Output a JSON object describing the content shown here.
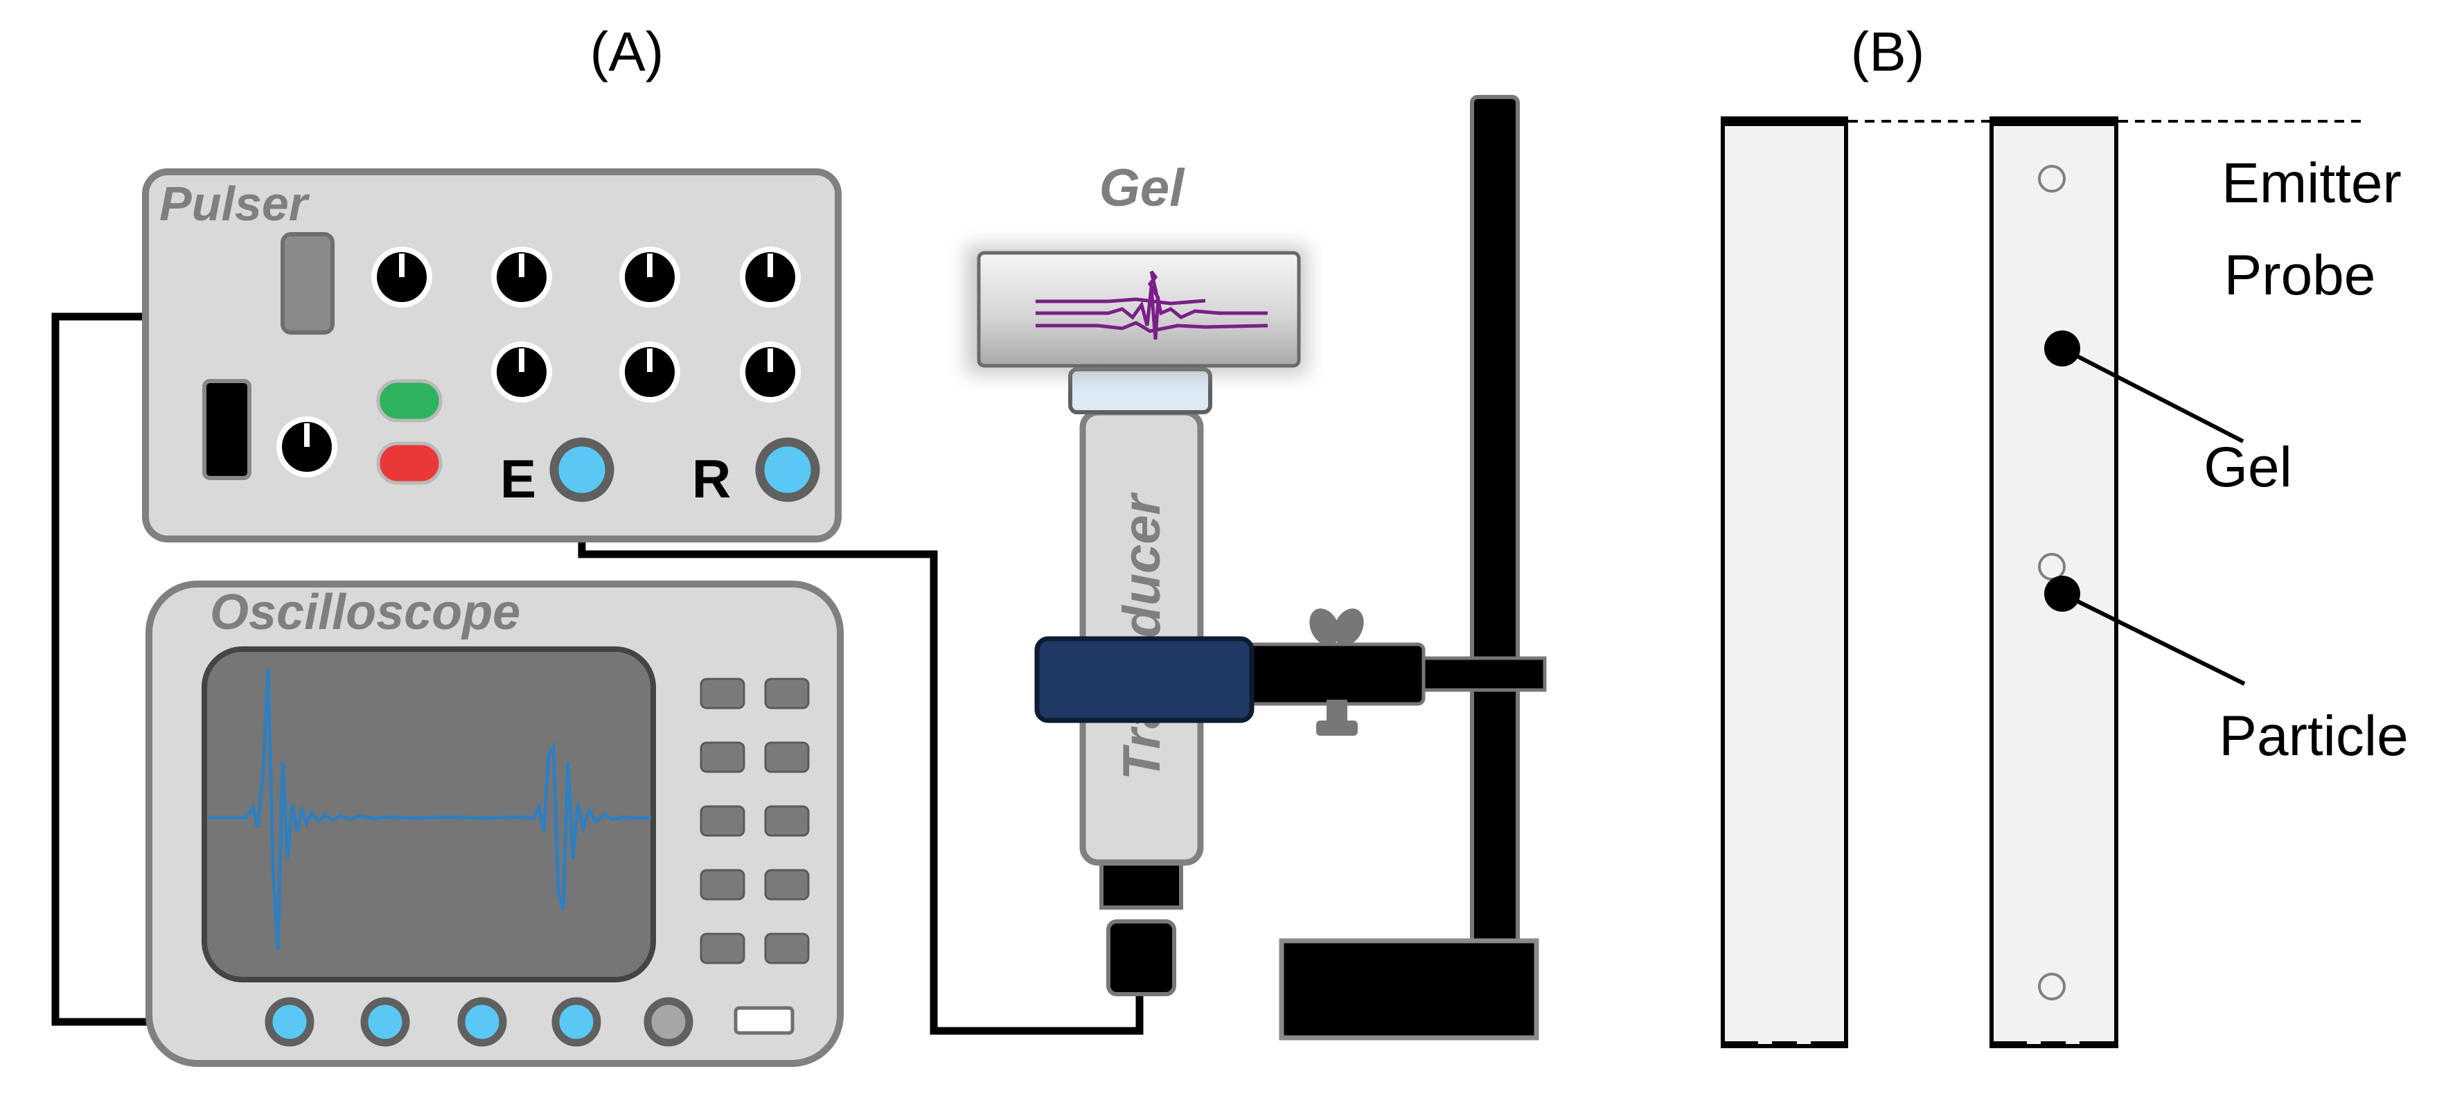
{
  "panels": {
    "a": "(A)",
    "b": "(B)"
  },
  "pulser": {
    "title": "Pulser",
    "port_e": "E",
    "port_r": "R"
  },
  "oscilloscope": {
    "title": "Oscilloscope"
  },
  "gel_block": {
    "title": "Gel"
  },
  "transducer": {
    "title": "Transducer"
  },
  "panel_b": {
    "emitter": "Emitter",
    "probe": "Probe",
    "gel": "Gel",
    "particle": "Particle"
  },
  "colors": {
    "device_fill": "#d9d9d9",
    "device_stroke": "#808080",
    "screen": "#767676",
    "port_blue": "#5ac8f5",
    "waveform_blue": "#2f7fc1",
    "gel_wave": "#7a1f87",
    "clamp_navy": "#1f3864",
    "button_green": "#2db35d",
    "button_red": "#ea3838",
    "column_fill": "#f2f2f2"
  }
}
